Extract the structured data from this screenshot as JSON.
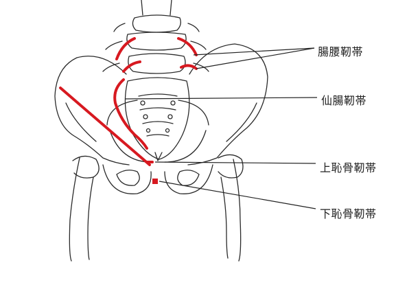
{
  "labels": {
    "iliolumbar": "腸腰靭帯",
    "sacroiliac": "仙腸靭帯",
    "superior_pubic": "上恥骨靭帯",
    "inferior_pubic": "下恥骨靭帯"
  },
  "colors": {
    "bone_line": "#2a2a2a",
    "ligament": "#d71920",
    "leader_line": "#222222"
  }
}
